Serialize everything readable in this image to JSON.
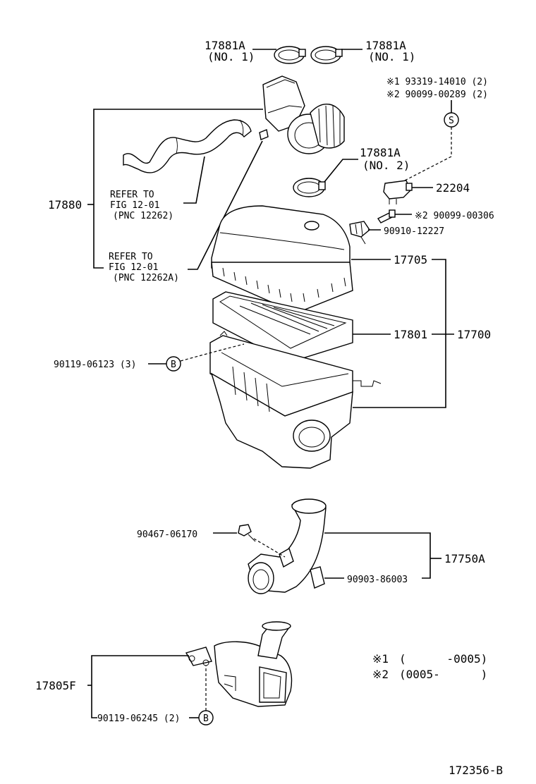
{
  "labels": {
    "p17881a_left": "17881A",
    "no1_left": "(NO. 1)",
    "p17881a_right": "17881A",
    "no1_right": "(NO. 1)",
    "note1_line": "※1  93319-14010 (2)",
    "note2_line": "※2  90099-00289 (2)",
    "s_symbol": "S",
    "p17881a_mid": "17881A",
    "no2": "(NO. 2)",
    "p22204": "22204",
    "p17880": "17880",
    "refer1_a": "REFER TO",
    "refer1_b": "FIG 12-01",
    "refer1_c": "(PNC 12262)",
    "refer2_a": "REFER TO",
    "refer2_b": "FIG 12-01",
    "refer2_c": "(PNC 12262A)",
    "bolt_306": "※2 90099-00306",
    "p90910": "90910-12227",
    "p17705": "17705",
    "p17801": "17801",
    "p17700": "17700",
    "p90119_06123": "90119-06123 (3)",
    "b_symbol_1": "B",
    "p90467": "90467-06170",
    "p17750a": "17750A",
    "p90903": "90903-86003",
    "note_mark1": "※1",
    "note_range1": "(      -0005)",
    "note_mark2": "※2",
    "note_range2": "(0005-      )",
    "p17805f": "17805F",
    "p90119_06245": "90119-06245 (2)",
    "b_symbol_2": "B",
    "fig_number": "172356-B"
  }
}
